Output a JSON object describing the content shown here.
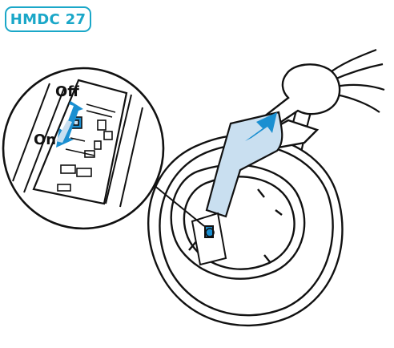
{
  "badge": {
    "text": "HMDC 27"
  },
  "labels": {
    "off": "Off",
    "on": "On"
  },
  "colors": {
    "accent": "#1aa7c8",
    "pad": "#c9dff0",
    "arrow": "#1a8fd1",
    "line": "#111111"
  }
}
